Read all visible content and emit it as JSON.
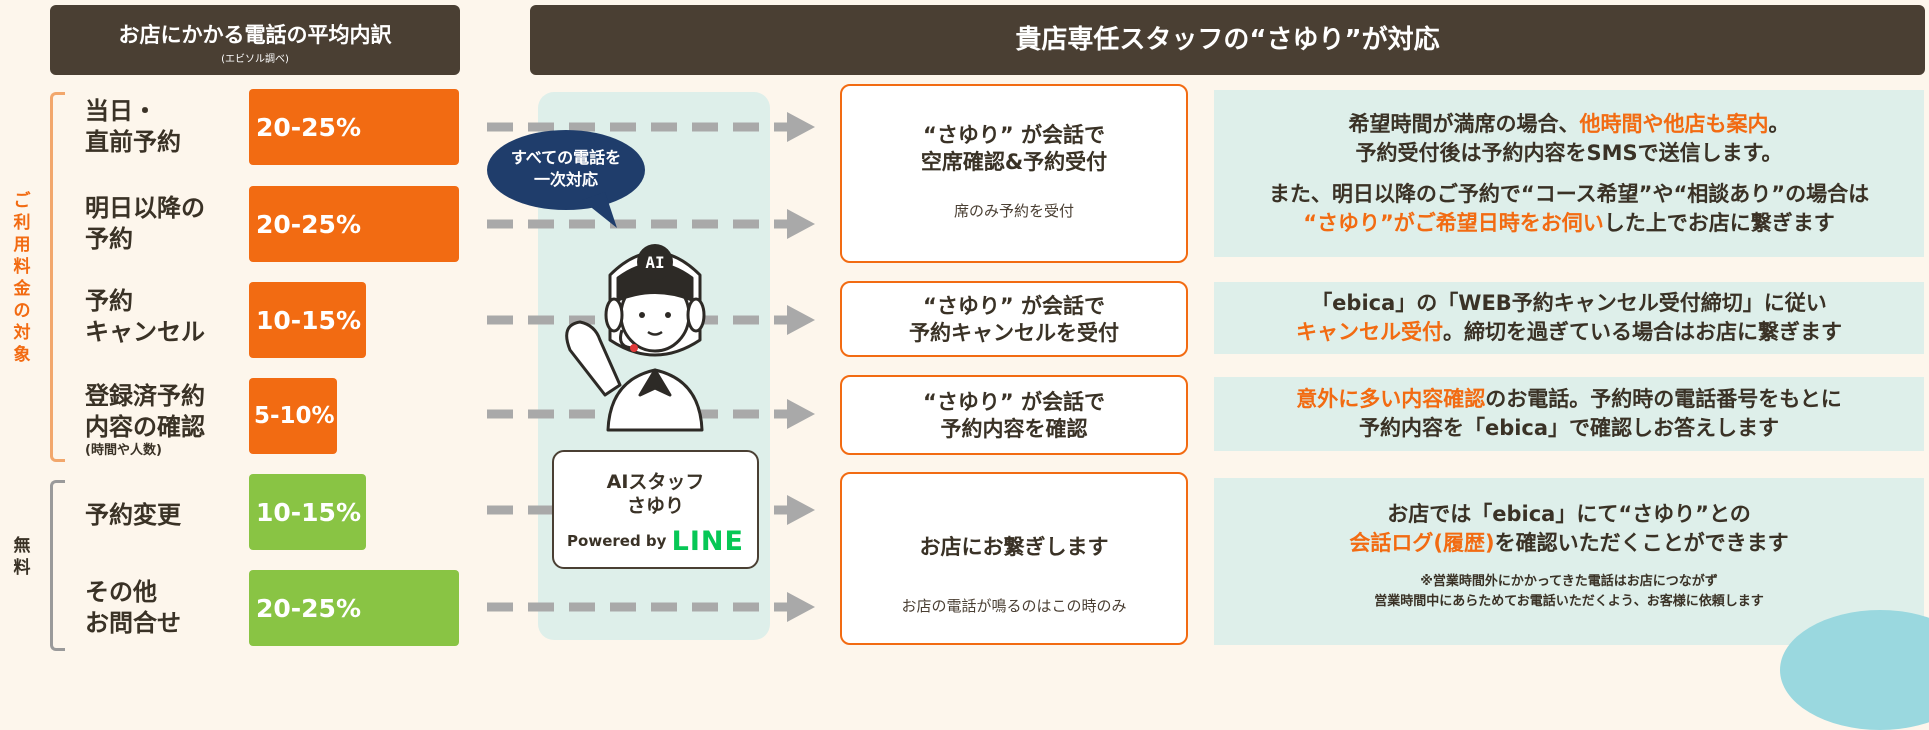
{
  "left_header": {
    "title": "お店にかかる電話の平均内訳",
    "subtitle": "(エビソル調べ)"
  },
  "right_header": {
    "title": "貴店専任スタッフの“さゆり”が対応"
  },
  "group_labels": {
    "paid": "ご利用料金の対象",
    "free": "無料"
  },
  "colors": {
    "orange": "#f26b12",
    "green": "#89c444",
    "header": "#4a3f33",
    "panel": "#deefea",
    "line": "#06c755"
  },
  "chart_data": {
    "type": "bar",
    "title": "お店にかかる電話の平均内訳",
    "categories": [
      "当日・直前予約",
      "明日以降の予約",
      "予約キャンセル",
      "登録済予約内容の確認(時間や人数)",
      "予約変更",
      "その他お問合せ"
    ],
    "series": [
      {
        "values": [
          22.5,
          22.5,
          12.5,
          7.5,
          12.5,
          22.5
        ]
      }
    ],
    "value_labels": [
      "20-25%",
      "20-25%",
      "10-15%",
      "5-10%",
      "10-15%",
      "20-25%"
    ],
    "bar_groups": [
      "paid",
      "paid",
      "paid",
      "paid",
      "free",
      "free"
    ]
  },
  "rows": [
    {
      "label_1": "当日・",
      "label_2": "直前予約",
      "note": "",
      "pct": "20-25%"
    },
    {
      "label_1": "明日以降の",
      "label_2": "予約",
      "note": "",
      "pct": "20-25%"
    },
    {
      "label_1": "予約",
      "label_2": "キャンセル",
      "note": "",
      "pct": "10-15%"
    },
    {
      "label_1": "登録済予約",
      "label_2": "内容の確認",
      "note": "(時間や人数)",
      "pct": "5-10%"
    },
    {
      "label_1": "予約変更",
      "label_2": "",
      "note": "",
      "pct": "10-15%"
    },
    {
      "label_1": "その他",
      "label_2": "お問合せ",
      "note": "",
      "pct": "20-25%"
    }
  ],
  "ai": {
    "bubble_1": "すべての電話を",
    "bubble_2": "一次対応",
    "badge_text": "AI",
    "name_1": "AIスタッフ",
    "name_2": "さゆり",
    "powered_by": "Powered by",
    "brand": "LINE"
  },
  "boxes": [
    {
      "main_1": "“さゆり” が会話で",
      "main_2": "空席確認&予約受付",
      "sub": "席のみ予約を受付"
    },
    {
      "main_1": "“さゆり” が会話で",
      "main_2": "予約キャンセルを受付",
      "sub": ""
    },
    {
      "main_1": "“さゆり” が会話で",
      "main_2": "予約内容を確認",
      "sub": ""
    },
    {
      "main_1": "お店にお繋ぎします",
      "main_2": "",
      "sub": "お店の電話が鳴るのはこの時のみ"
    }
  ],
  "details": {
    "d1": {
      "a1": "希望時間が満席の場合、",
      "a1_hl": "他時間や他店も案内",
      "a1_end": "。",
      "a2": "予約受付後は予約内容をSMSで送信します。",
      "b1": "また、明日以降のご予約で“コース希望”や“相談あり”の場合は",
      "b2_hl": "“さゆり”がご希望日時をお伺い",
      "b2": "した上でお店に繋ぎます"
    },
    "d2": {
      "a1": "「ebica」の「WEB予約キャンセル受付締切」に従い",
      "a2_hl": "キャンセル受付",
      "a2": "。締切を過ぎている場合はお店に繋ぎます"
    },
    "d3": {
      "a1_hl": "意外に多い内容確認",
      "a1": "のお電話。予約時の電話番号をもとに",
      "a2": "予約内容を「ebica」で確認しお答えします"
    },
    "d4": {
      "a1": "お店では「ebica」にて“さゆり”との",
      "a2_hl": "会話ログ(履歴)",
      "a2": "を確認いただくことができます",
      "n1": "※営業時間外にかかってきた電話はお店につながず",
      "n2": "営業時間中にあらためてお電話いただくよう、お客様に依頼します"
    }
  }
}
